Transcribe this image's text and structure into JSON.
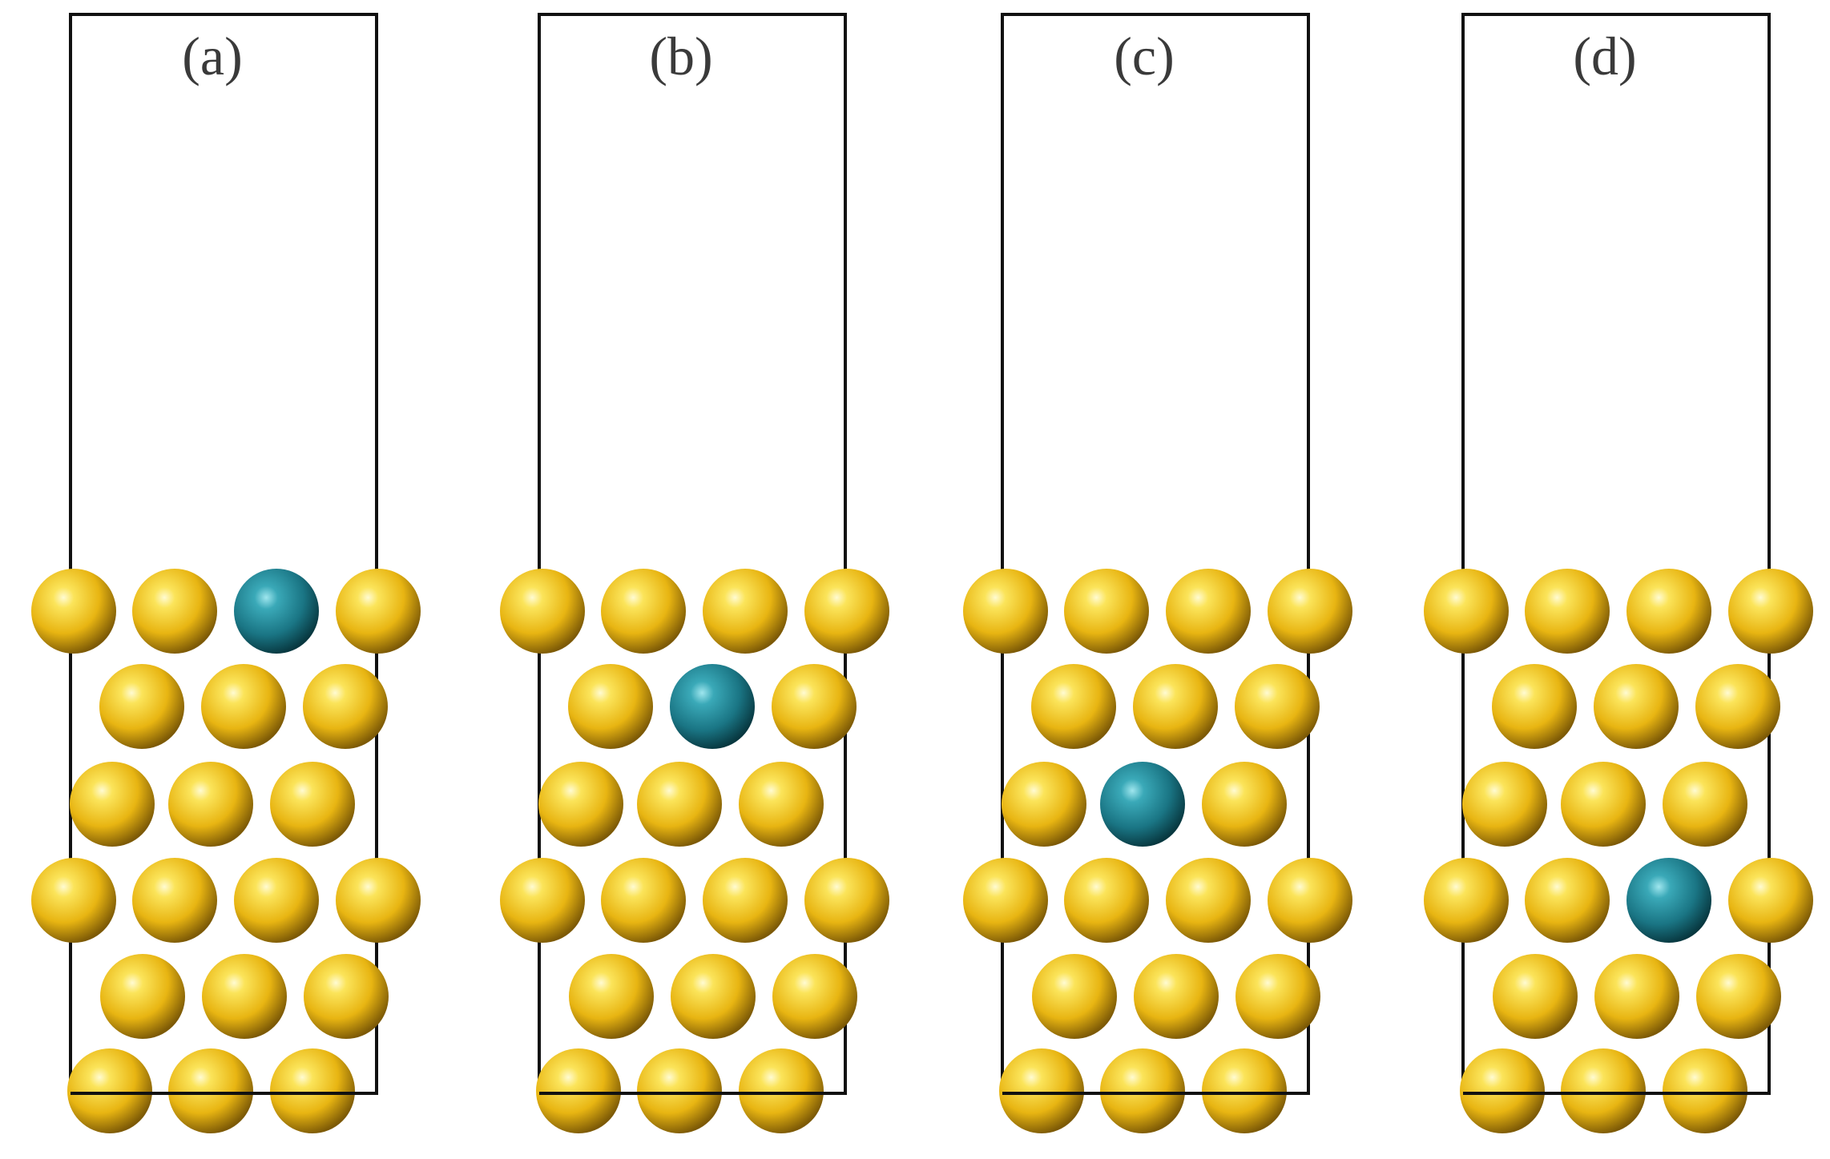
{
  "figure": {
    "colors": {
      "host_atom": "#f2c21a",
      "dopant_atom": "#1f8a99",
      "cell_outline": "#111111",
      "label_text": "#3a3a3a",
      "background": "#ffffff"
    },
    "panels": [
      {
        "label": "(a)",
        "dopant": {
          "row": 0,
          "index": 2
        }
      },
      {
        "label": "(b)",
        "dopant": {
          "row": 1,
          "index": 1
        }
      },
      {
        "label": "(c)",
        "dopant": {
          "row": 2,
          "index": 1
        }
      },
      {
        "label": "(d)",
        "dopant": {
          "row": 3,
          "index": 2
        }
      }
    ]
  }
}
